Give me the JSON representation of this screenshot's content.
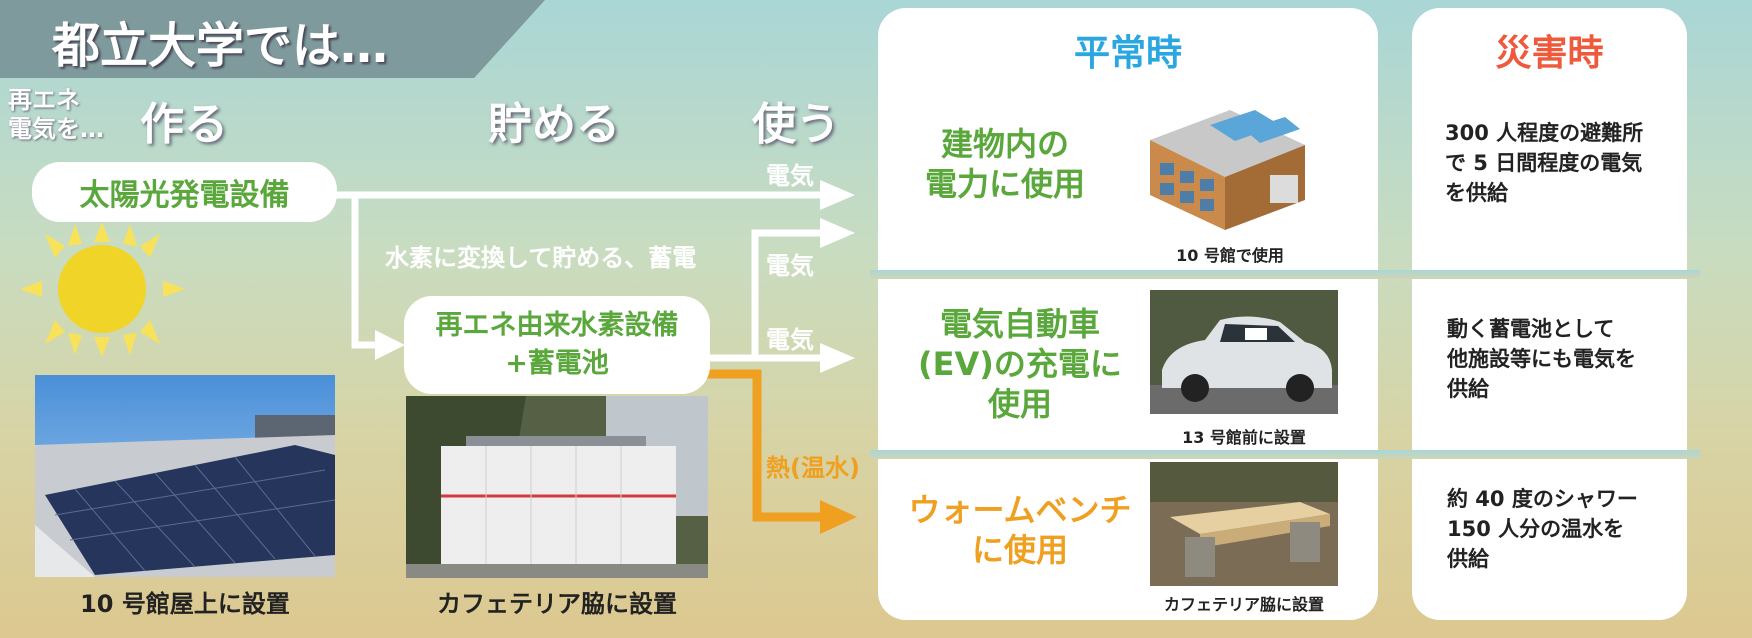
{
  "header": {
    "title": "都立大学では…",
    "small_label_line1": "再エネ",
    "small_label_line2": "電気を…"
  },
  "stages": {
    "make": "作る",
    "store": "貯める",
    "use": "使う"
  },
  "flow": {
    "solar_label": "太陽光発電設備",
    "hydrogen_label_line1": "再エネ由来水素設備",
    "hydrogen_label_line2": "+蓄電池",
    "convert_note": "水素に変換して貯める、蓄電",
    "electricity_1": "電気",
    "electricity_2": "電気",
    "electricity_3": "電気",
    "heat": "熱(温水)",
    "solar_caption": "10 号館屋上に設置",
    "hydrogen_caption": "カフェテリア脇に設置"
  },
  "normal": {
    "title": "平常時",
    "rows": [
      {
        "label_line1": "建物内の",
        "label_line2": "電力に使用",
        "label_line3": "",
        "caption": "10 号館で使用"
      },
      {
        "label_line1": "電気自動車",
        "label_line2": "(EV)の充電に",
        "label_line3": "使用",
        "caption": "13 号館前に設置"
      },
      {
        "label_line1": "ウォームベンチ",
        "label_line2": "に使用",
        "label_line3": "",
        "caption": "カフェテリア脇に設置"
      }
    ]
  },
  "disaster": {
    "title": "災害時",
    "rows": [
      {
        "line1": "300 人程度の避難所",
        "line2": "で 5 日間程度の電気",
        "line3": "を供給"
      },
      {
        "line1": "動く蓄電池として",
        "line2": "他施設等にも電気を",
        "line3": "供給"
      },
      {
        "line1": "約 40 度のシャワー",
        "line2": "150 人分の温水を",
        "line3": "供給"
      }
    ]
  },
  "colors": {
    "green": "#5aa83c",
    "orange": "#f0a020",
    "normal_title": "#2aa6e0",
    "disaster_title": "#ef5a3c"
  }
}
